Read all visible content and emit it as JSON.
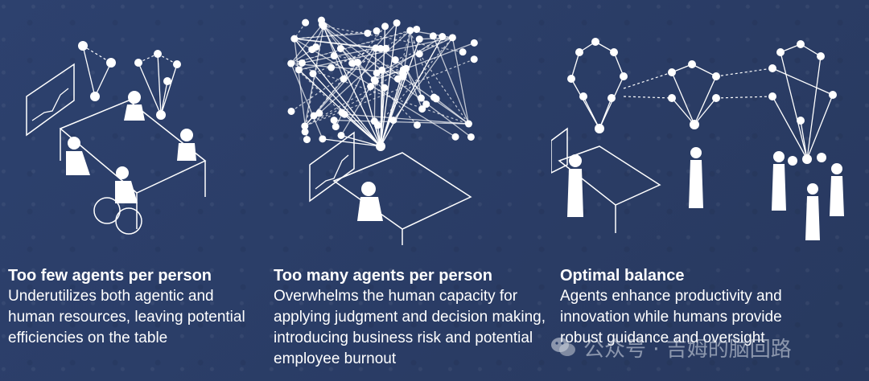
{
  "panels": [
    {
      "title": "Too few agents per person",
      "body": "Underutilizes both agentic and human resources, leaving potential efficiencies on the table"
    },
    {
      "title": "Too many agents per person",
      "body": "Overwhelms the human capacity for applying judgment and decision making, introducing business risk and potential employee burnout"
    },
    {
      "title": "Optimal balance",
      "body": "Agents enhance productivity and innovation while humans provide robust guidance and oversight"
    }
  ],
  "watermark": {
    "text": "公众号 · 吉姆的脑回路",
    "icon": "wechat-icon"
  },
  "colors": {
    "background": "#2b3f6b",
    "foreground": "#ffffff"
  }
}
